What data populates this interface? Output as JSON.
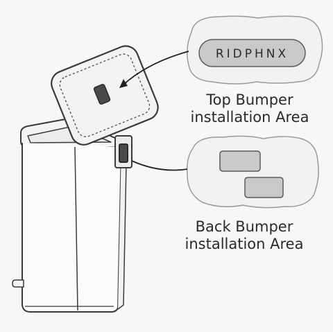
{
  "brand_label": "RIDPHNX",
  "top_area": {
    "line1": "Top Bumper",
    "line2": "installation Area"
  },
  "back_area": {
    "line1": "Back Bumper",
    "line2": "installation Area"
  },
  "colors": {
    "background": "#f7f7f7",
    "line": "#3a3a3a",
    "bumper_fill": "#c9c9c9",
    "bubble_fill": "#f2f2f2"
  }
}
